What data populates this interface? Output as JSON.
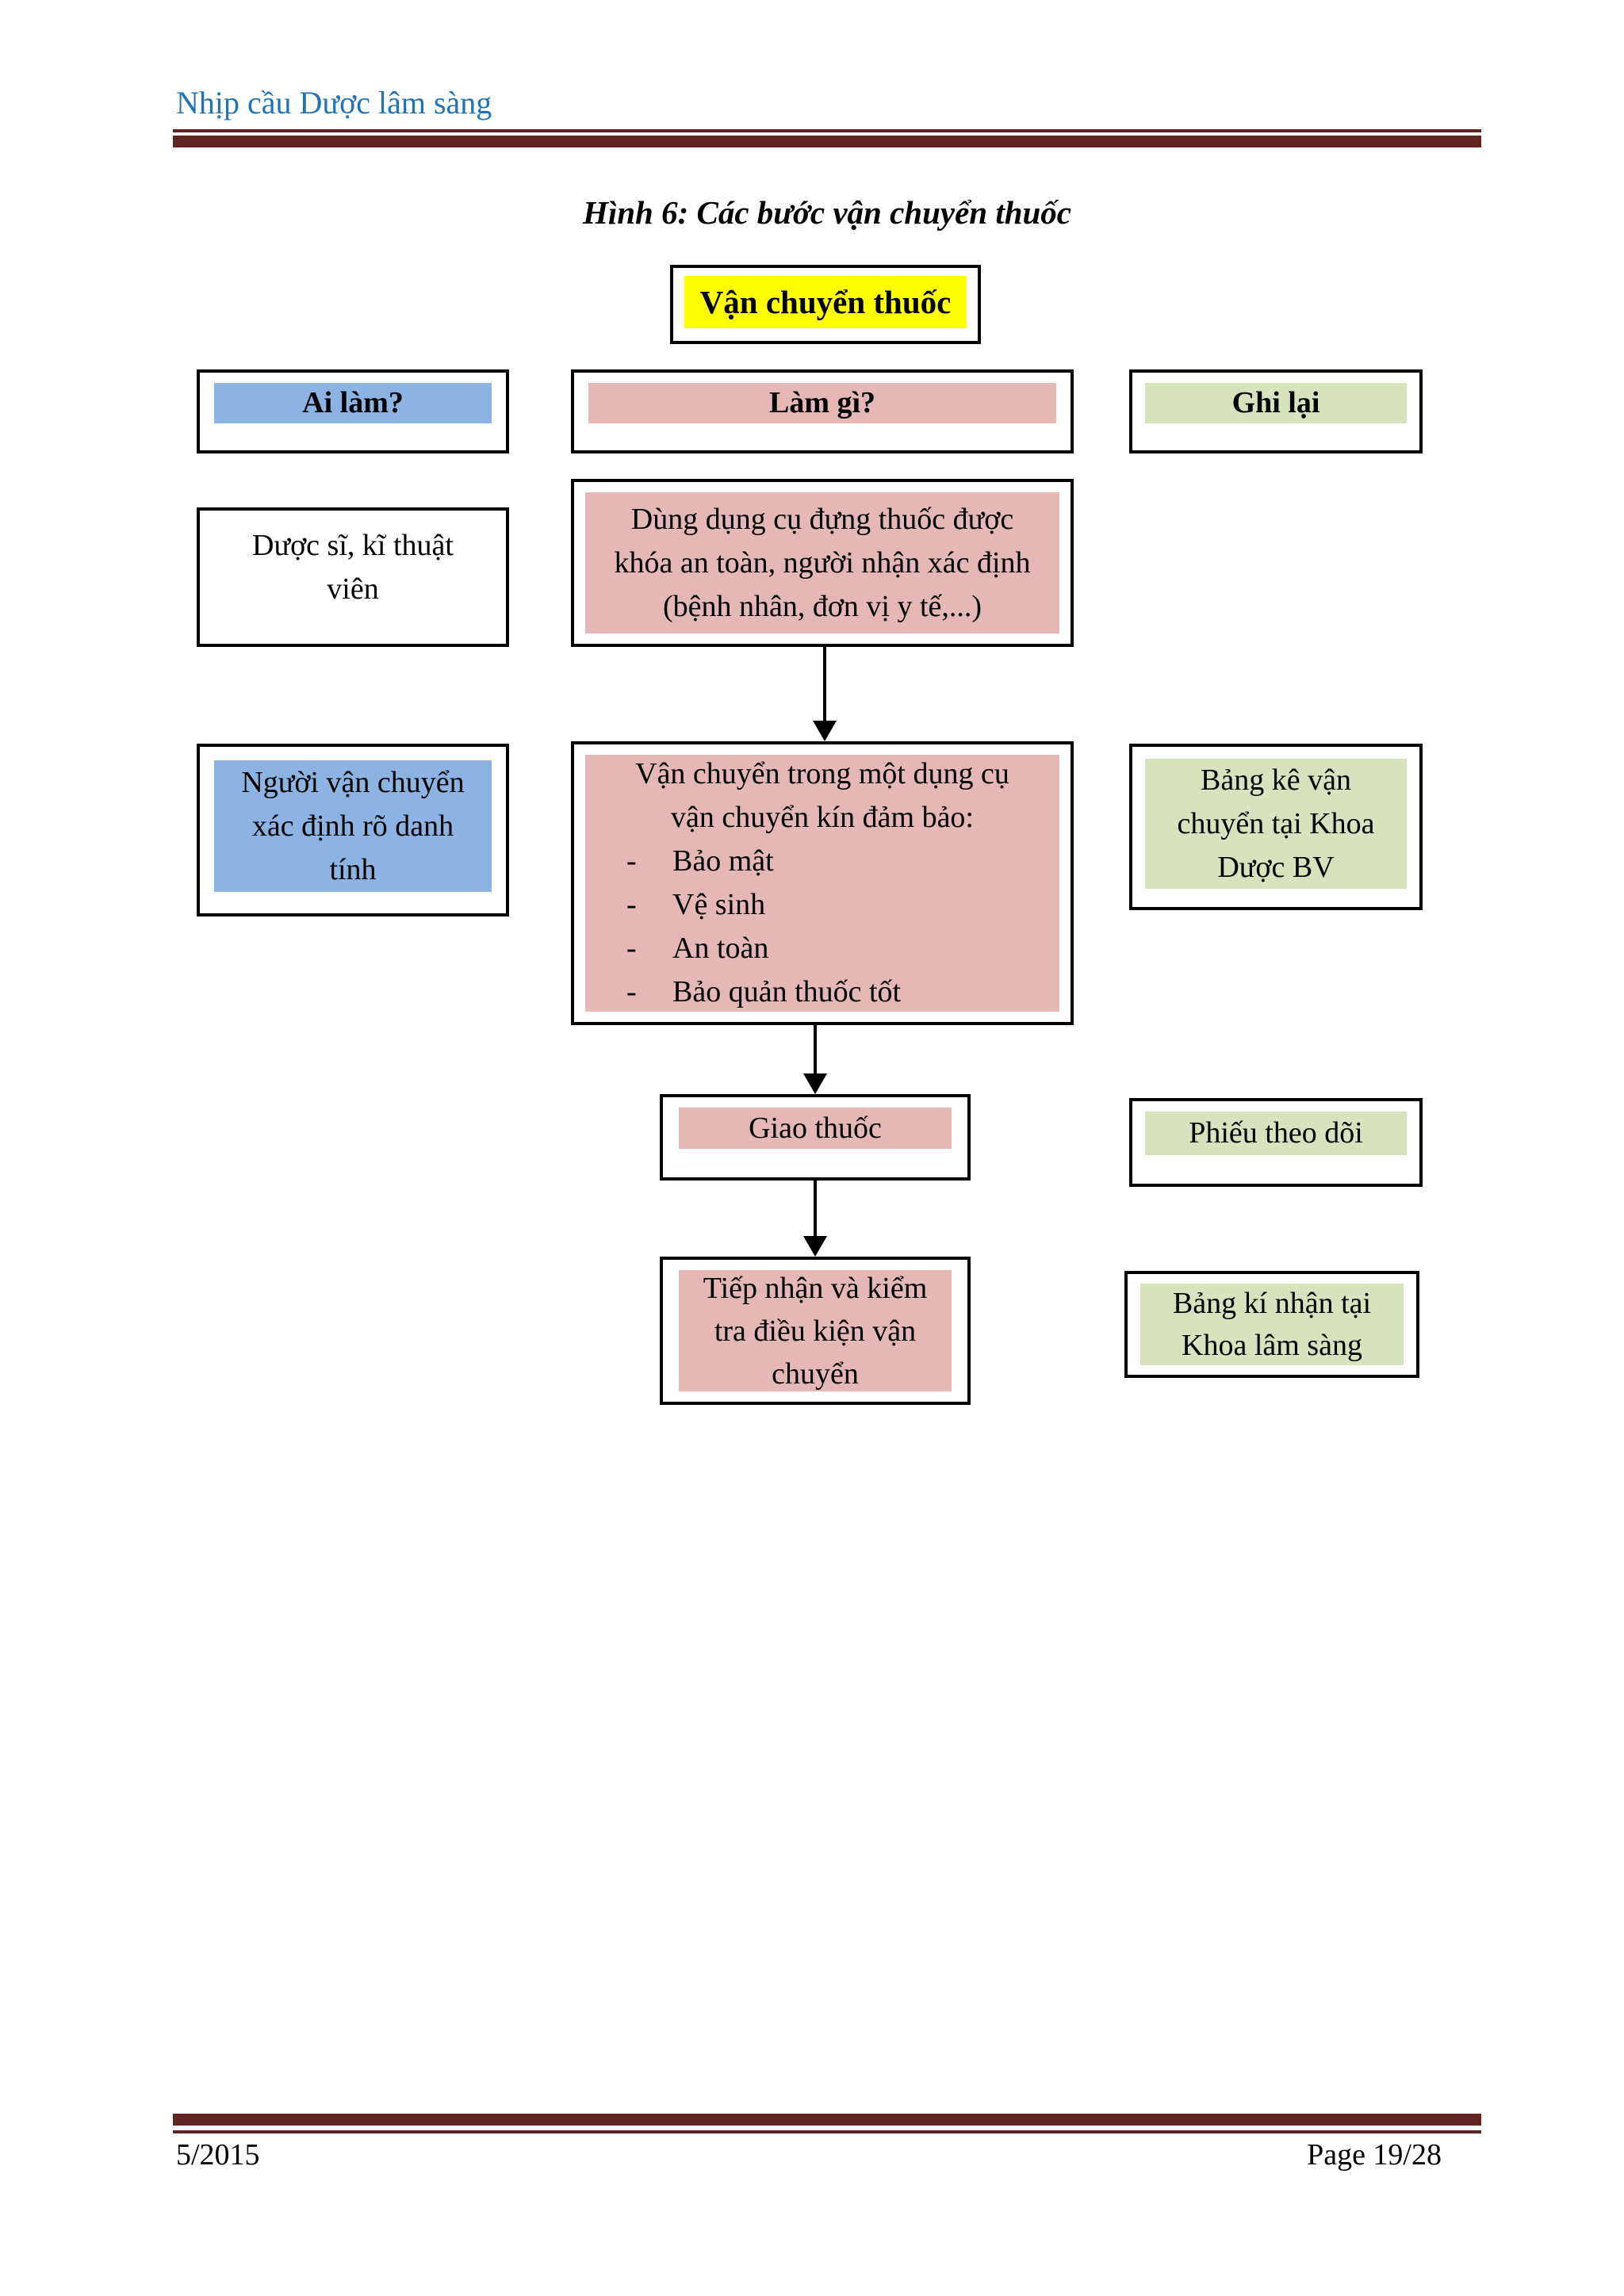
{
  "page": {
    "header": {
      "title": "Nhịp cầu Dược lâm sàng"
    },
    "footer": {
      "left": "5/2015",
      "right": "Page 19/28"
    }
  },
  "figure": {
    "caption": "Hình 6: Các bước vận chuyển thuốc",
    "root_label": "Vận chuyển thuốc",
    "column_headers": {
      "who": "Ai làm?",
      "what": "Làm gì?",
      "record": "Ghi lại"
    },
    "who_boxes": {
      "box1": {
        "line1": "Dược sĩ, kĩ thuật",
        "line2": "viên"
      },
      "box2": {
        "line1": "Người vận chuyển",
        "line2": "xác định rõ danh",
        "line3": "tính"
      }
    },
    "what_boxes": {
      "box1": {
        "line1": "Dùng dụng cụ đựng thuốc được",
        "line2": "khóa an toàn, người nhận xác định",
        "line3": "(bệnh nhân, đơn vị y tế,...)"
      },
      "box2": {
        "line1": "Vận chuyển trong một dụng cụ",
        "line2": "vận chuyển kín đảm bảo:",
        "bullet": "-",
        "item1": "Bảo mật",
        "item2": "Vệ sinh",
        "item3": "An toàn",
        "item4": "Bảo quản thuốc tốt"
      },
      "box3": {
        "line1": "Giao thuốc"
      },
      "box4": {
        "line1": "Tiếp nhận và kiểm",
        "line2": "tra điều kiện vận",
        "line3": "chuyển"
      }
    },
    "record_boxes": {
      "box1": {
        "line1": "Bảng kê vận",
        "line2": "chuyển tại Khoa",
        "line3": "Dược BV"
      },
      "box2": {
        "line1": "Phiếu theo dõi"
      },
      "box3": {
        "line1": "Bảng kí nhận tại",
        "line2": "Khoa lâm sàng"
      }
    },
    "colors": {
      "who_fill": "#8DB3E2",
      "what_fill": "#E5B8B7",
      "record_fill": "#D6E3BC",
      "root_highlight": "#FFFF00",
      "rule": "#602423",
      "header_text": "#2074B6"
    }
  }
}
